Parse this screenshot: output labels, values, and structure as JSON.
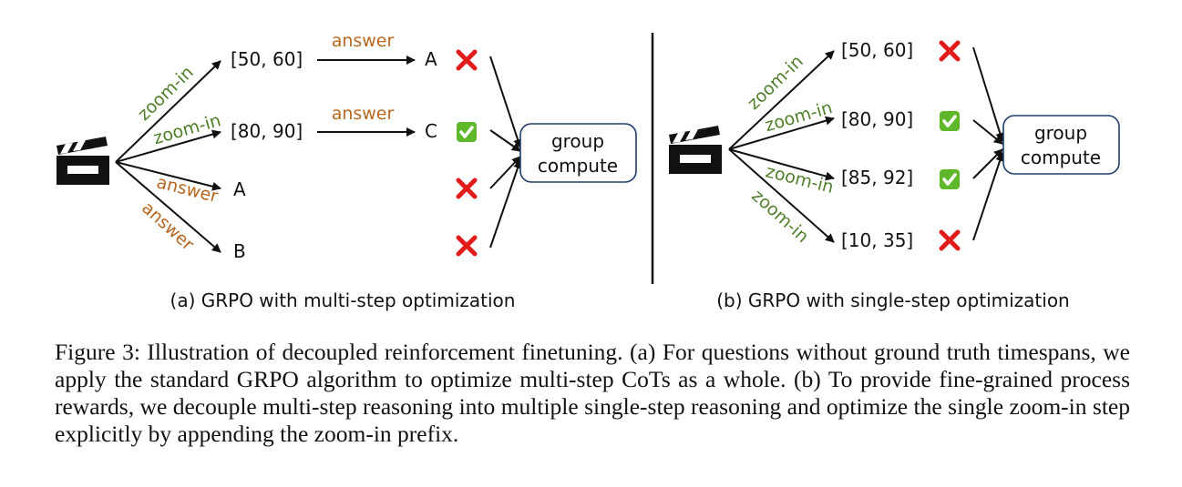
{
  "colors": {
    "zoom_label": "#4f7f28",
    "answer_label": "#b8661e",
    "cross": "#e21b1b",
    "check_fill": "#5fb82a",
    "box_stroke": "#1f3b6b",
    "ink": "#111111"
  },
  "icons": {
    "clapperboard": "clapperboard-icon",
    "cross": "cross-mark-icon",
    "check": "check-mark-icon"
  },
  "panel_a": {
    "caption": "(a) GRPO with multi-step optimization",
    "branch_labels": [
      "zoom-in",
      "zoom-in",
      "answer",
      "answer"
    ],
    "branch_results": [
      "[50, 60]",
      "[80, 90]",
      "A",
      "B"
    ],
    "second_step_label": "answer",
    "final_answers": [
      "A",
      "C"
    ],
    "rewards": [
      "cross",
      "check",
      "cross",
      "cross"
    ],
    "group_box": [
      "group",
      "compute"
    ]
  },
  "panel_b": {
    "caption": "(b) GRPO with single-step optimization",
    "branch_labels": [
      "zoom-in",
      "zoom-in",
      "zoom-in",
      "zoom-in"
    ],
    "branch_results": [
      "[50, 60]",
      "[80, 90]",
      "[85, 92]",
      "[10, 35]"
    ],
    "rewards": [
      "cross",
      "check",
      "check",
      "cross"
    ],
    "group_box": [
      "group",
      "compute"
    ]
  },
  "caption": "Figure 3: Illustration of decoupled reinforcement finetuning. (a) For questions without ground truth timespans, we apply the standard GRPO algorithm to optimize multi-step CoTs as a whole. (b) To provide fine-grained process rewards, we decouple multi-step reasoning into multiple single-step reasoning and optimize the single zoom-in step explicitly by appending the zoom-in prefix."
}
